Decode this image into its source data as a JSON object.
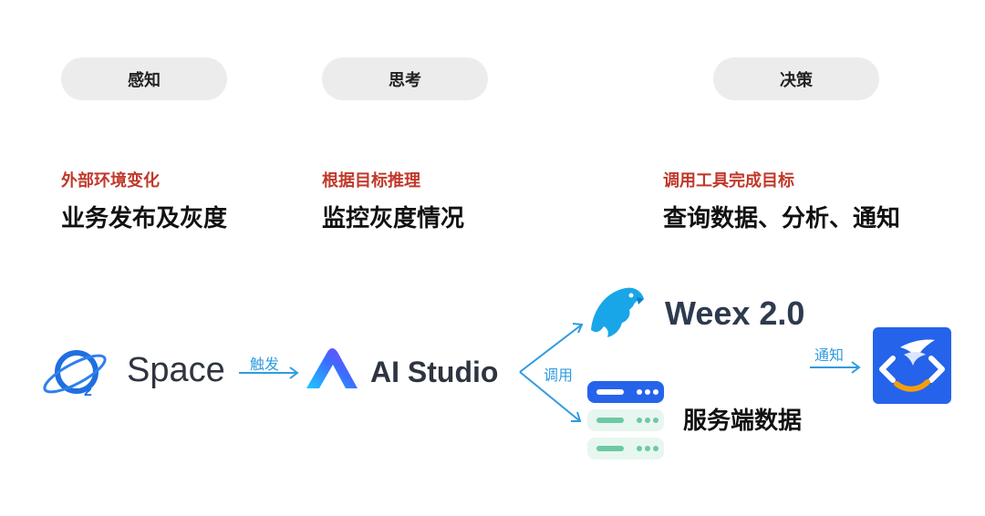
{
  "stages": [
    {
      "pill": "感知",
      "subtitle": "外部环境变化",
      "title": "业务发布及灰度"
    },
    {
      "pill": "思考",
      "subtitle": "根据目标推理",
      "title": "监控灰度情况"
    },
    {
      "pill": "决策",
      "subtitle": "调用工具完成目标",
      "title": "查询数据、分析、通知"
    }
  ],
  "flow": {
    "space": {
      "name": "Space",
      "icon": "orbit-o2-icon"
    },
    "edge_trigger": "触发",
    "aistudio": {
      "name": "AI Studio",
      "icon": "a-shape-icon"
    },
    "edge_call": "调用",
    "weex": {
      "name": "Weex 2.0",
      "icon": "eagle-icon"
    },
    "server": {
      "name": "服务端数据",
      "icon": "server-stack-icon"
    },
    "edge_notify": "通知",
    "notifier": {
      "icon": "bird-app-icon"
    }
  },
  "colors": {
    "accent_red": "#c0392b",
    "arrow_blue": "#2f9be0",
    "space_blue": "#1f6fe0",
    "weex_blue": "#19a6e8",
    "server_blue": "#2563eb",
    "server_green": "#6cc9a3",
    "app_blue": "#2563eb"
  }
}
